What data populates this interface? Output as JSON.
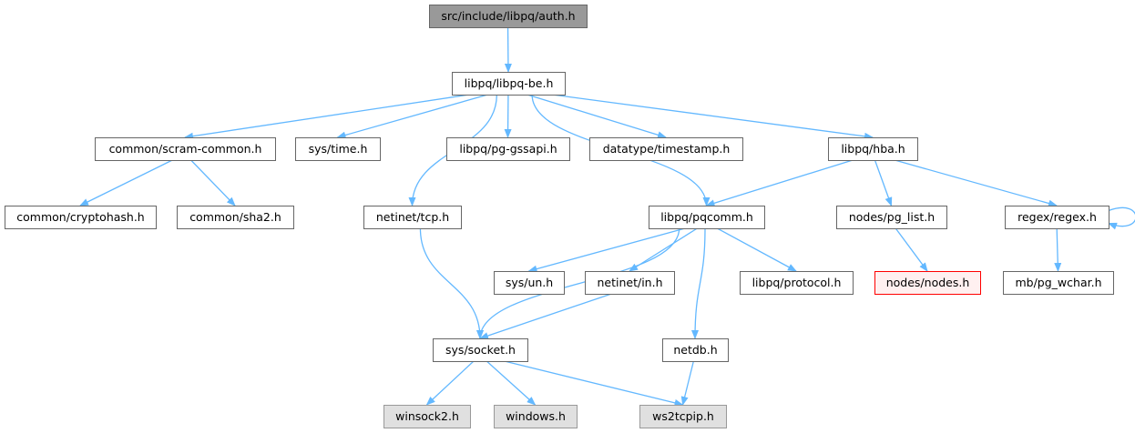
{
  "diagram": {
    "edge_color": "#63b8ff",
    "nodes": [
      {
        "id": "auth",
        "label": "src/include/libpq/auth.h",
        "style": "root"
      },
      {
        "id": "libpqbe",
        "label": "libpq/libpq-be.h",
        "style": "normal"
      },
      {
        "id": "scram",
        "label": "common/scram-common.h",
        "style": "normal"
      },
      {
        "id": "systime",
        "label": "sys/time.h",
        "style": "normal"
      },
      {
        "id": "gssapi",
        "label": "libpq/pg-gssapi.h",
        "style": "normal"
      },
      {
        "id": "timestamp",
        "label": "datatype/timestamp.h",
        "style": "normal"
      },
      {
        "id": "hba",
        "label": "libpq/hba.h",
        "style": "normal"
      },
      {
        "id": "cryptohash",
        "label": "common/cryptohash.h",
        "style": "normal"
      },
      {
        "id": "sha2",
        "label": "common/sha2.h",
        "style": "normal"
      },
      {
        "id": "tcp",
        "label": "netinet/tcp.h",
        "style": "normal"
      },
      {
        "id": "pqcomm",
        "label": "libpq/pqcomm.h",
        "style": "normal"
      },
      {
        "id": "pglist",
        "label": "nodes/pg_list.h",
        "style": "normal"
      },
      {
        "id": "regex",
        "label": "regex/regex.h",
        "style": "normal"
      },
      {
        "id": "sysun",
        "label": "sys/un.h",
        "style": "normal"
      },
      {
        "id": "netin",
        "label": "netinet/in.h",
        "style": "normal"
      },
      {
        "id": "protocol",
        "label": "libpq/protocol.h",
        "style": "normal"
      },
      {
        "id": "nodes",
        "label": "nodes/nodes.h",
        "style": "highlight"
      },
      {
        "id": "wchar",
        "label": "mb/pg_wchar.h",
        "style": "normal"
      },
      {
        "id": "socket",
        "label": "sys/socket.h",
        "style": "normal"
      },
      {
        "id": "netdb",
        "label": "netdb.h",
        "style": "normal"
      },
      {
        "id": "winsock",
        "label": "winsock2.h",
        "style": "missing"
      },
      {
        "id": "windows",
        "label": "windows.h",
        "style": "missing"
      },
      {
        "id": "ws2tcpip",
        "label": "ws2tcpip.h",
        "style": "missing"
      }
    ],
    "edges": [
      [
        "auth",
        "libpqbe"
      ],
      [
        "libpqbe",
        "scram"
      ],
      [
        "libpqbe",
        "systime"
      ],
      [
        "libpqbe",
        "gssapi"
      ],
      [
        "libpqbe",
        "timestamp"
      ],
      [
        "libpqbe",
        "hba"
      ],
      [
        "libpqbe",
        "tcp"
      ],
      [
        "libpqbe",
        "pqcomm"
      ],
      [
        "scram",
        "cryptohash"
      ],
      [
        "scram",
        "sha2"
      ],
      [
        "hba",
        "pqcomm"
      ],
      [
        "hba",
        "pglist"
      ],
      [
        "hba",
        "regex"
      ],
      [
        "tcp",
        "socket"
      ],
      [
        "pqcomm",
        "socket"
      ],
      [
        "pqcomm",
        "sysun"
      ],
      [
        "pqcomm",
        "netin"
      ],
      [
        "pqcomm",
        "netdb"
      ],
      [
        "pqcomm",
        "protocol"
      ],
      [
        "pglist",
        "nodes"
      ],
      [
        "regex",
        "regex"
      ],
      [
        "regex",
        "wchar"
      ],
      [
        "netin",
        "socket"
      ],
      [
        "socket",
        "winsock"
      ],
      [
        "socket",
        "windows"
      ],
      [
        "socket",
        "ws2tcpip"
      ],
      [
        "netdb",
        "ws2tcpip"
      ]
    ],
    "styles": {
      "root": {
        "fill": "#999999",
        "stroke": "#666666"
      },
      "normal": {
        "fill": "#ffffff",
        "stroke": "#666666"
      },
      "highlight": {
        "fill": "#fff0f0",
        "stroke": "#ff0000"
      },
      "missing": {
        "fill": "#e0e0e0",
        "stroke": "#999999"
      }
    }
  }
}
